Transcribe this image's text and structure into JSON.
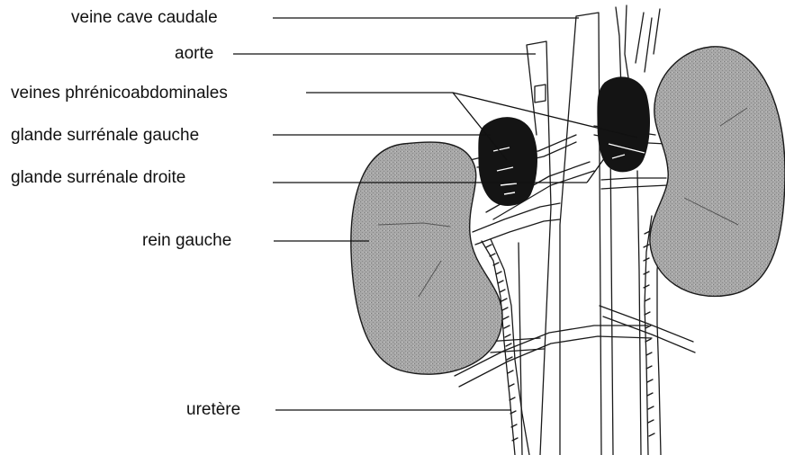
{
  "diagram": {
    "labels": {
      "veine_cave_caudale": "veine cave caudale",
      "aorte": "aorte",
      "veines_phrenicoabdominales": "veines phrénicoabdominales",
      "glande_surrenale_gauche": "glande surrénale gauche",
      "glande_surrenale_droite": "glande surrénale droite",
      "rein_gauche": "rein gauche",
      "uretere": "uretère"
    },
    "colors": {
      "kidney_fill": "#9a9a9a",
      "gland_fill": "#141414",
      "line": "#1a1a1a",
      "background": "#ffffff"
    }
  }
}
